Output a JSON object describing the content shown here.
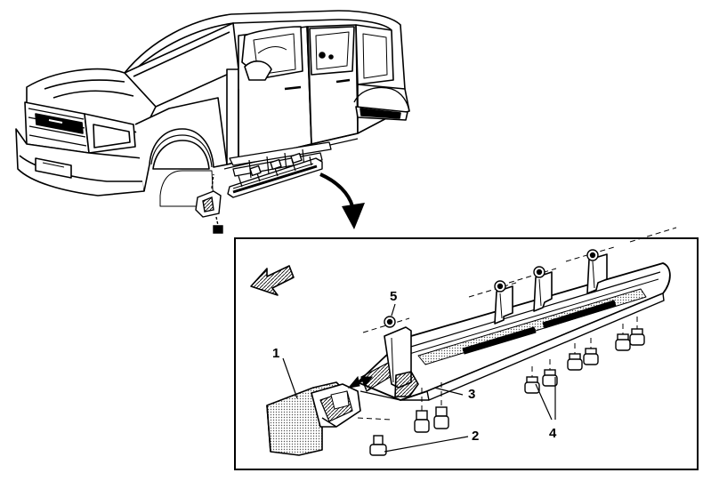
{
  "callouts": {
    "c1": "1",
    "c2": "2",
    "c3": "3",
    "c4": "4",
    "c5": "5"
  },
  "colors": {
    "line": "#000000",
    "background": "#ffffff",
    "shade": "#cfcfcf",
    "dark_shade": "#555555"
  },
  "icons": {
    "arrow_direction": "front-direction-arrow-icon",
    "curved_arrow": "curved-detail-arrow-icon",
    "double_arrow": "double-headed-arrow-icon"
  }
}
